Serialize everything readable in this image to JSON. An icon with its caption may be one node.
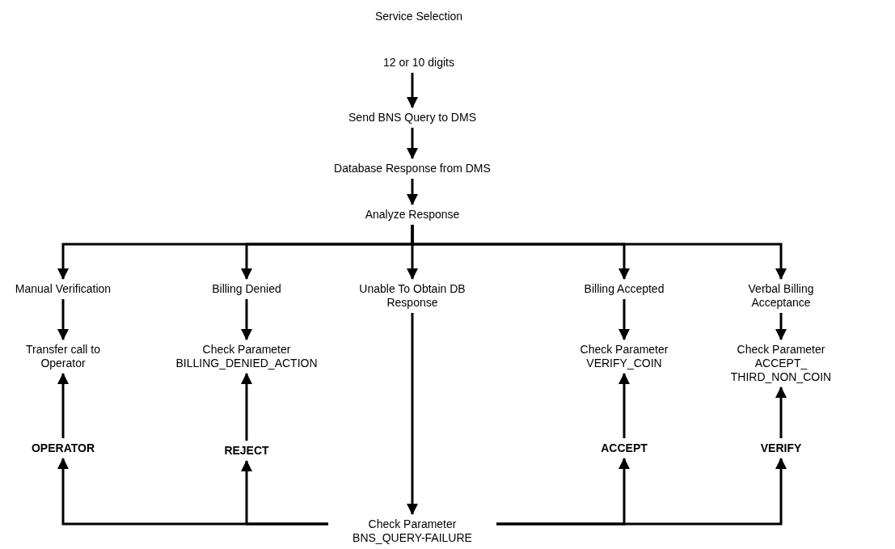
{
  "diagram": {
    "nodes": [
      {
        "text": [
          "Service Selection"
        ]
      },
      {
        "text": [
          "12 or 10 digits"
        ]
      },
      {
        "text": [
          "Send BNS Query to DMS"
        ]
      },
      {
        "text": [
          "Database Response from DMS"
        ]
      },
      {
        "text": [
          "Analyze Response"
        ]
      },
      {
        "text": [
          "Manual Verification"
        ]
      },
      {
        "text": [
          "Billing Denied"
        ]
      },
      {
        "text": [
          "Unable To Obtain DB Response"
        ]
      },
      {
        "text": [
          "Billing Accepted"
        ]
      },
      {
        "text": [
          "Verbal Billing Acceptance"
        ]
      },
      {
        "text": [
          "Transfer call to Operator"
        ]
      },
      {
        "text": [
          "Check Parameter BILLING_DENIED_ACTION"
        ]
      },
      {
        "text": [
          "Check Parameter VERIFY_COIN"
        ]
      },
      {
        "text": [
          "Check Parameter ACCEPT_ THIRD_NON_COIN"
        ]
      },
      {
        "text": [
          "OPERATOR"
        ]
      },
      {
        "text": [
          "REJECT"
        ]
      },
      {
        "text": [
          "ACCEPT"
        ]
      },
      {
        "text": [
          "VERIFY"
        ]
      },
      {
        "text": [
          "Check Parameter BNS_QUERY-FAILURE"
        ]
      }
    ],
    "edges": [
      {
        "from": 1,
        "to": 2,
        "arrow": "to"
      },
      {
        "from": 2,
        "to": 3,
        "arrow": "to"
      },
      {
        "from": 3,
        "to": 4,
        "arrow": "to"
      },
      {
        "from": 4,
        "to": 5,
        "arrow": "to"
      },
      {
        "from": 4,
        "to": 6,
        "arrow": "to"
      },
      {
        "from": 4,
        "to": 7,
        "arrow": "to"
      },
      {
        "from": 4,
        "to": 8,
        "arrow": "to"
      },
      {
        "from": 4,
        "to": 9,
        "arrow": "to"
      },
      {
        "from": 5,
        "to": 10,
        "arrow": "to"
      },
      {
        "from": 6,
        "to": 11,
        "arrow": "to"
      },
      {
        "from": 8,
        "to": 12,
        "arrow": "to"
      },
      {
        "from": 9,
        "to": 13,
        "arrow": "to"
      },
      {
        "from": 14,
        "to": 10,
        "arrow": "to"
      },
      {
        "from": 15,
        "to": 11,
        "arrow": "to"
      },
      {
        "from": 16,
        "to": 12,
        "arrow": "to"
      },
      {
        "from": 17,
        "to": 13,
        "arrow": "to"
      },
      {
        "from": 7,
        "to": 18,
        "arrow": "to"
      },
      {
        "from": 18,
        "to": 14,
        "arrow": "to"
      },
      {
        "from": 18,
        "to": 15,
        "arrow": "to"
      },
      {
        "from": 18,
        "to": 16,
        "arrow": "to"
      },
      {
        "from": 18,
        "to": 17,
        "arrow": "to"
      }
    ]
  }
}
